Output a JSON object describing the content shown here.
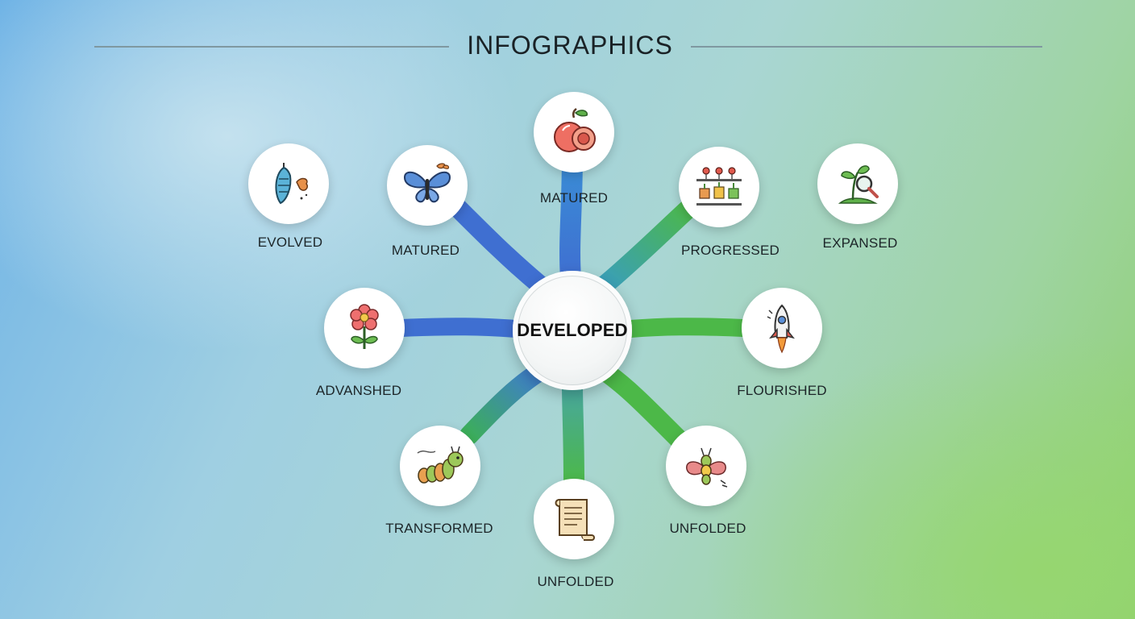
{
  "header": {
    "title": "INFOGRAPHICS"
  },
  "hub": {
    "label": "DEVELOPED"
  },
  "nodes": [
    {
      "id": "top",
      "label": "MATURED",
      "icon": "fruit-icon"
    },
    {
      "id": "upper-left",
      "label": "MATURED",
      "icon": "butterfly-icon"
    },
    {
      "id": "far-left",
      "label": "EVOLVED",
      "icon": "chrysalis-icon"
    },
    {
      "id": "upper-right",
      "label": "PROGRESSED",
      "icon": "plant-growth-icon"
    },
    {
      "id": "far-right",
      "label": "EXPANSED",
      "icon": "sprout-magnifier-icon"
    },
    {
      "id": "left",
      "label": "ADVANSHED",
      "icon": "flower-icon"
    },
    {
      "id": "right",
      "label": "FLOURISHED",
      "icon": "rocket-icon"
    },
    {
      "id": "lower-left",
      "label": "TRANSFORMED",
      "icon": "caterpillar-icon"
    },
    {
      "id": "bottom",
      "label": "UNFOLDED",
      "icon": "scroll-icon"
    },
    {
      "id": "lower-right",
      "label": "UNFOLDED",
      "icon": "moth-icon"
    }
  ],
  "colors": {
    "blue_branch": "#3f6fd1",
    "green_branch": "#4cb848",
    "title_line": "#7f98a0"
  }
}
